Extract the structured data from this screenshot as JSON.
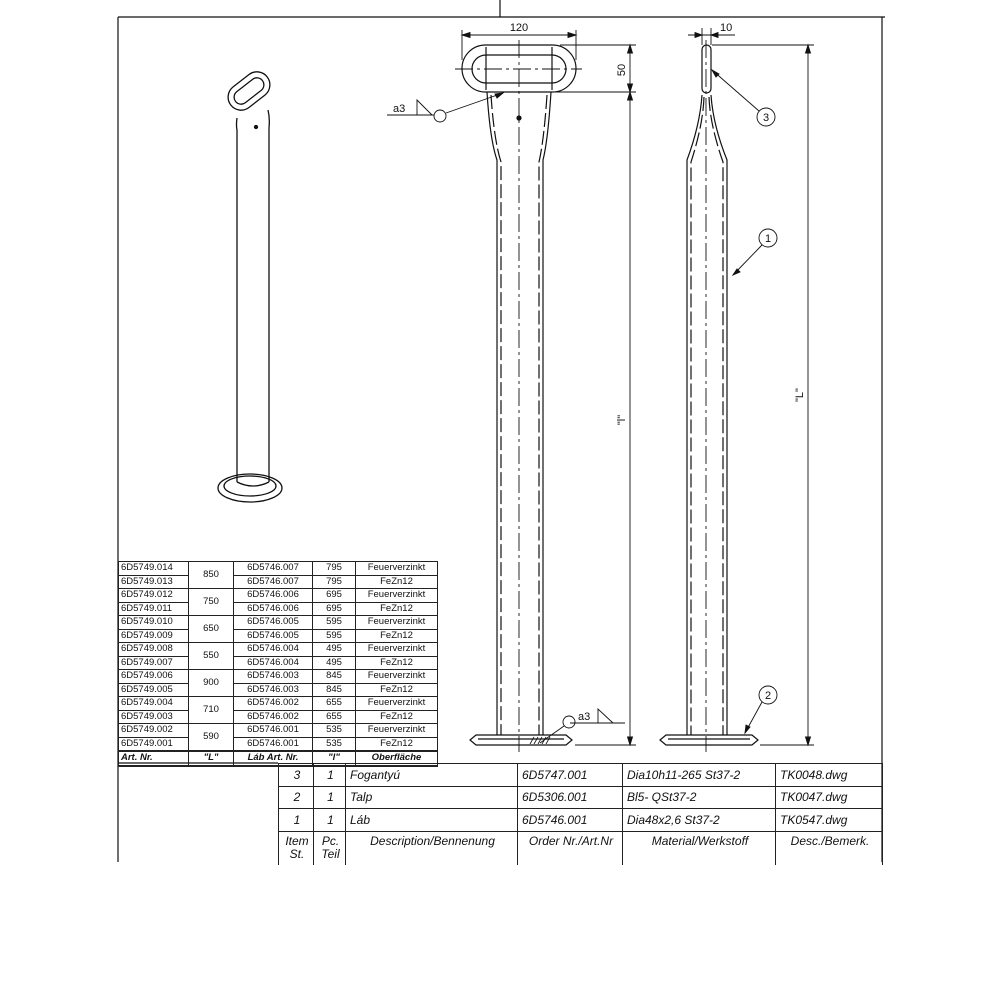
{
  "drawing": {
    "dim_width": "120",
    "dim_handle_height": "50",
    "dim_rod": "10",
    "dim_l": "\"l\"",
    "dim_L": "\"L\"",
    "weld_top": "a3",
    "weld_bottom": "a3",
    "balloon_1": "1",
    "balloon_2": "2",
    "balloon_3": "3"
  },
  "variants": {
    "headers": [
      "Art. Nr.",
      "\"L\"",
      "Láb Art. Nr.",
      "\"l\"",
      "Oberfläche"
    ],
    "groups": [
      {
        "L": "850",
        "rows": [
          [
            "6D5749.014",
            "6D5746.007",
            "795",
            "Feuerverzinkt"
          ],
          [
            "6D5749.013",
            "6D5746.007",
            "795",
            "FeZn12"
          ]
        ]
      },
      {
        "L": "750",
        "rows": [
          [
            "6D5749.012",
            "6D5746.006",
            "695",
            "Feuerverzinkt"
          ],
          [
            "6D5749.011",
            "6D5746.006",
            "695",
            "FeZn12"
          ]
        ]
      },
      {
        "L": "650",
        "rows": [
          [
            "6D5749.010",
            "6D5746.005",
            "595",
            "Feuerverzinkt"
          ],
          [
            "6D5749.009",
            "6D5746.005",
            "595",
            "FeZn12"
          ]
        ]
      },
      {
        "L": "550",
        "rows": [
          [
            "6D5749.008",
            "6D5746.004",
            "495",
            "Feuerverzinkt"
          ],
          [
            "6D5749.007",
            "6D5746.004",
            "495",
            "FeZn12"
          ]
        ]
      },
      {
        "L": "900",
        "rows": [
          [
            "6D5749.006",
            "6D5746.003",
            "845",
            "Feuerverzinkt"
          ],
          [
            "6D5749.005",
            "6D5746.003",
            "845",
            "FeZn12"
          ]
        ]
      },
      {
        "L": "710",
        "rows": [
          [
            "6D5749.004",
            "6D5746.002",
            "655",
            "Feuerverzinkt"
          ],
          [
            "6D5749.003",
            "6D5746.002",
            "655",
            "FeZn12"
          ]
        ]
      },
      {
        "L": "590",
        "rows": [
          [
            "6D5749.002",
            "6D5746.001",
            "535",
            "Feuerverzinkt"
          ],
          [
            "6D5749.001",
            "6D5746.001",
            "535",
            "FeZn12"
          ]
        ]
      }
    ]
  },
  "bom": {
    "rows": [
      [
        "3",
        "1",
        "Fogantyú",
        "6D5747.001",
        "Dia10h11-265 St37-2",
        "TK0048.dwg"
      ],
      [
        "2",
        "1",
        "Talp",
        "6D5306.001",
        "Bl5- QSt37-2",
        "TK0047.dwg"
      ],
      [
        "1",
        "1",
        "Láb",
        "6D5746.001",
        "Dia48x2,6 St37-2",
        "TK0547.dwg"
      ]
    ],
    "headers": [
      "Item St.",
      "Pc. Teil",
      "Description/Bennenung",
      "Order Nr./Art.Nr",
      "Material/Werkstoff",
      "Desc./Bemerk."
    ]
  }
}
